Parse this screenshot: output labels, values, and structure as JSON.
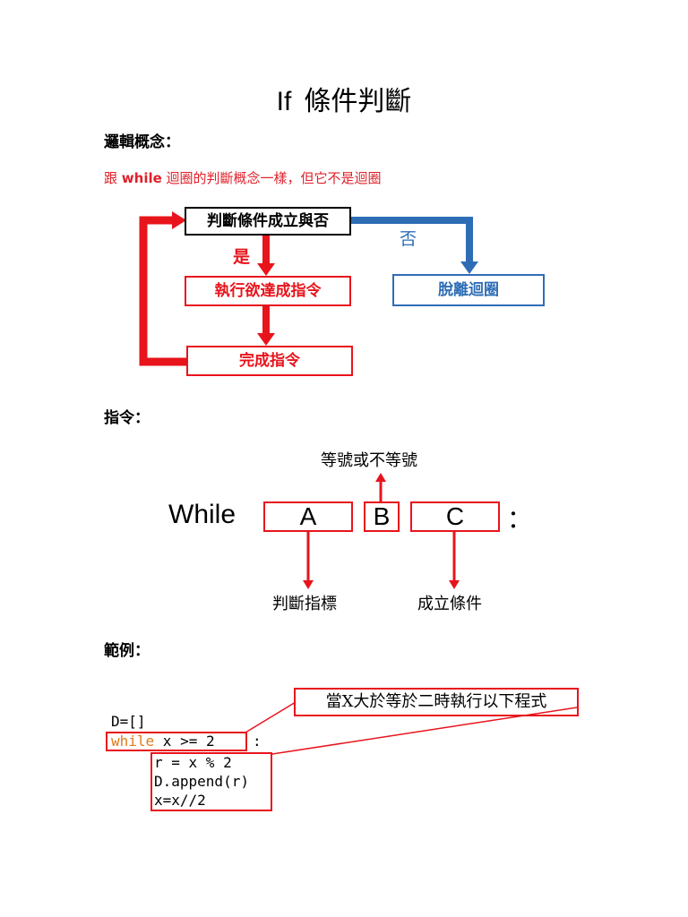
{
  "title": {
    "en": "If",
    "zh": "條件判斷"
  },
  "concept": {
    "heading": "邏輯概念：",
    "note_pre": "跟 ",
    "note_keyword": "while",
    "note_post": " 迴圈的判斷概念一樣，但它不是迴圈"
  },
  "flowchart": {
    "condition": "判斷條件成立與否",
    "yes_label": "是",
    "no_label": "否",
    "execute": "執行欲達成指令",
    "exit": "脫離迴圈",
    "done": "完成指令"
  },
  "syntax": {
    "heading": "指令：",
    "keyword": "While",
    "a": "A",
    "b": "B",
    "c": "C",
    "colon": "：",
    "b_note": "等號或不等號",
    "a_note": "判斷指標",
    "c_note": "成立條件"
  },
  "example": {
    "heading": "範例：",
    "callout": "當X大於等於二時執行以下程式",
    "line1": "D=[]",
    "while_kw": "while",
    "while_rest": " x >= 2",
    "while_colon": ":",
    "body1": "r = x % 2",
    "body2": "D.append(r)",
    "body3": "x=x//2"
  },
  "colors": {
    "red": "#e8141c",
    "blue": "#2e6db5",
    "orange": "#e07b1a"
  }
}
